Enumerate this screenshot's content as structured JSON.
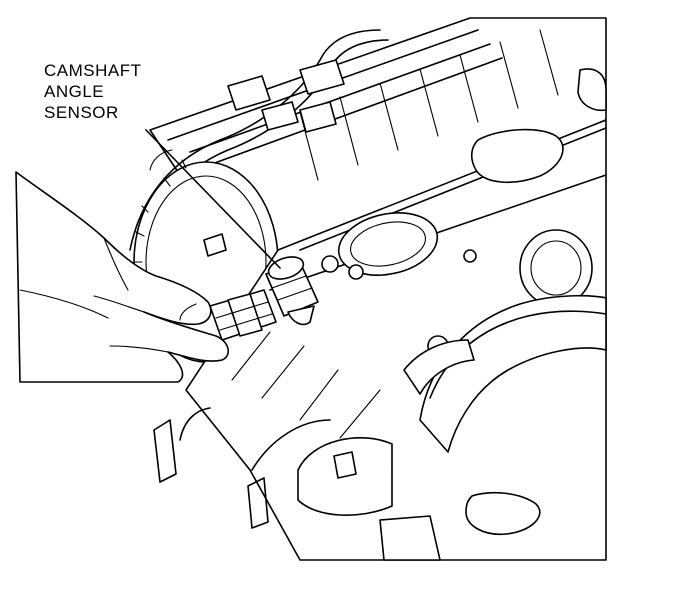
{
  "callout": {
    "line1": "CAMSHAFT",
    "line2": "ANGLE",
    "line3": "SENSOR"
  },
  "colors": {
    "ink": "#000000",
    "paper": "#ffffff"
  }
}
